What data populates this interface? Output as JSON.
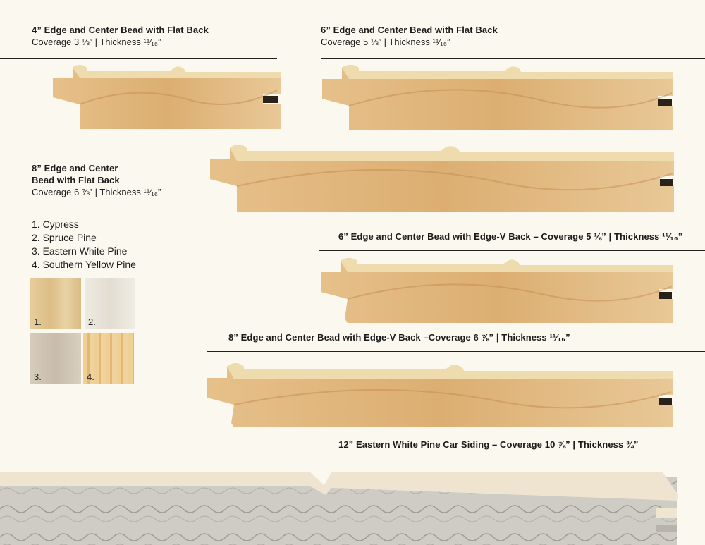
{
  "profiles": {
    "p1": {
      "title": "4” Edge and Center Bead with Flat Back",
      "spec": "Coverage 3 ⅛” | Thickness ¹¹⁄₁₆”"
    },
    "p2": {
      "title": "6” Edge and Center Bead with Flat Back",
      "spec": "Coverage 5 ⅛” | Thickness ¹¹⁄₁₆”"
    },
    "p3": {
      "title_line1": "8” Edge and Center",
      "title_line2": "Bead with Flat Back",
      "spec": "Coverage 6 ⅞” | Thickness ¹¹⁄₁₆”"
    },
    "p4": {
      "title": "6” Edge and Center Bead with Edge-V Back – Coverage 5 ⅛” | Thickness ¹¹⁄₁₆”"
    },
    "p5": {
      "title": "8” Edge and Center Bead with Edge-V Back –Coverage 6 ⅞” | Thickness ¹¹⁄₁₆”"
    },
    "p6": {
      "title": "12” Eastern White Pine Car Siding – Coverage 10 ⅞” | Thickness ¾”"
    }
  },
  "species": [
    {
      "label": "1. Cypress",
      "swatch": "1.",
      "color": "#e3c895"
    },
    {
      "label": "2. Spruce Pine",
      "swatch": "2.",
      "color": "#ece8de"
    },
    {
      "label": "3. Eastern White Pine",
      "swatch": "3.",
      "color": "#d3c8b6"
    },
    {
      "label": "4. Southern Yellow Pine",
      "swatch": "4.",
      "color": "#eac98d"
    }
  ],
  "colors": {
    "wood_top": "#eed9a7",
    "wood_face": "#e0b57c",
    "wood_dark": "#c98f52",
    "pine_face": "#c9c6c0",
    "pine_top": "#efe6d2"
  }
}
